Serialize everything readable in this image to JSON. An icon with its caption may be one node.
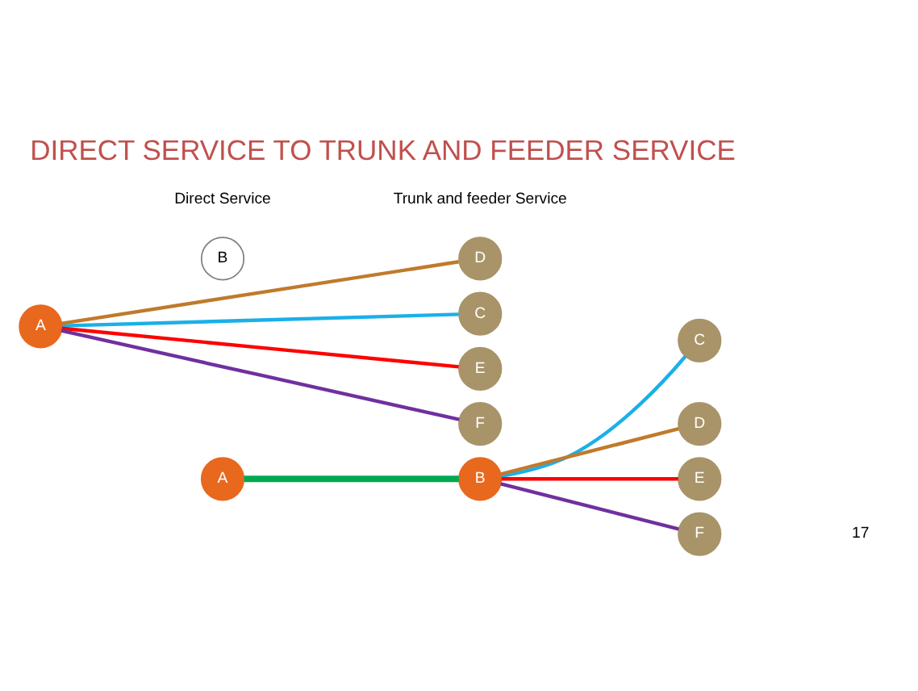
{
  "diagram": {
    "title": "DIRECT SERVICE TO TRUNK AND FEEDER SERVICE",
    "nodes": [
      {
        "text": [
          "A"
        ]
      },
      {
        "text": [
          "B"
        ]
      },
      {
        "text": [
          "C"
        ]
      },
      {
        "text": [
          "D"
        ]
      },
      {
        "text": [
          "E"
        ]
      },
      {
        "text": [
          "F"
        ]
      },
      {
        "text": [
          "A"
        ]
      },
      {
        "text": [
          "B"
        ]
      },
      {
        "text": [
          "C"
        ]
      },
      {
        "text": [
          "D"
        ]
      },
      {
        "text": [
          "E"
        ]
      },
      {
        "text": [
          "F"
        ]
      }
    ],
    "edges": [
      {
        "from": 0,
        "to": 2,
        "arrow": "none",
        "color": "#1ab0e8"
      },
      {
        "from": 0,
        "to": 3,
        "arrow": "none",
        "color": "#c07a2c"
      },
      {
        "from": 0,
        "to": 4,
        "arrow": "none",
        "color": "#ff0000"
      },
      {
        "from": 0,
        "to": 5,
        "arrow": "none",
        "color": "#7030a0"
      },
      {
        "from": 6,
        "to": 7,
        "arrow": "none",
        "style": "thick",
        "color": "#00a850"
      },
      {
        "from": 7,
        "to": 8,
        "arrow": "none",
        "color": "#1ab0e8"
      },
      {
        "from": 7,
        "to": 9,
        "arrow": "none",
        "color": "#c07a2c"
      },
      {
        "from": 7,
        "to": 10,
        "arrow": "none",
        "color": "#ff0000"
      },
      {
        "from": 7,
        "to": 11,
        "arrow": "none",
        "color": "#7030a0"
      }
    ],
    "labels": [
      "Direct Service",
      "Trunk and feeder Service",
      "17"
    ]
  }
}
